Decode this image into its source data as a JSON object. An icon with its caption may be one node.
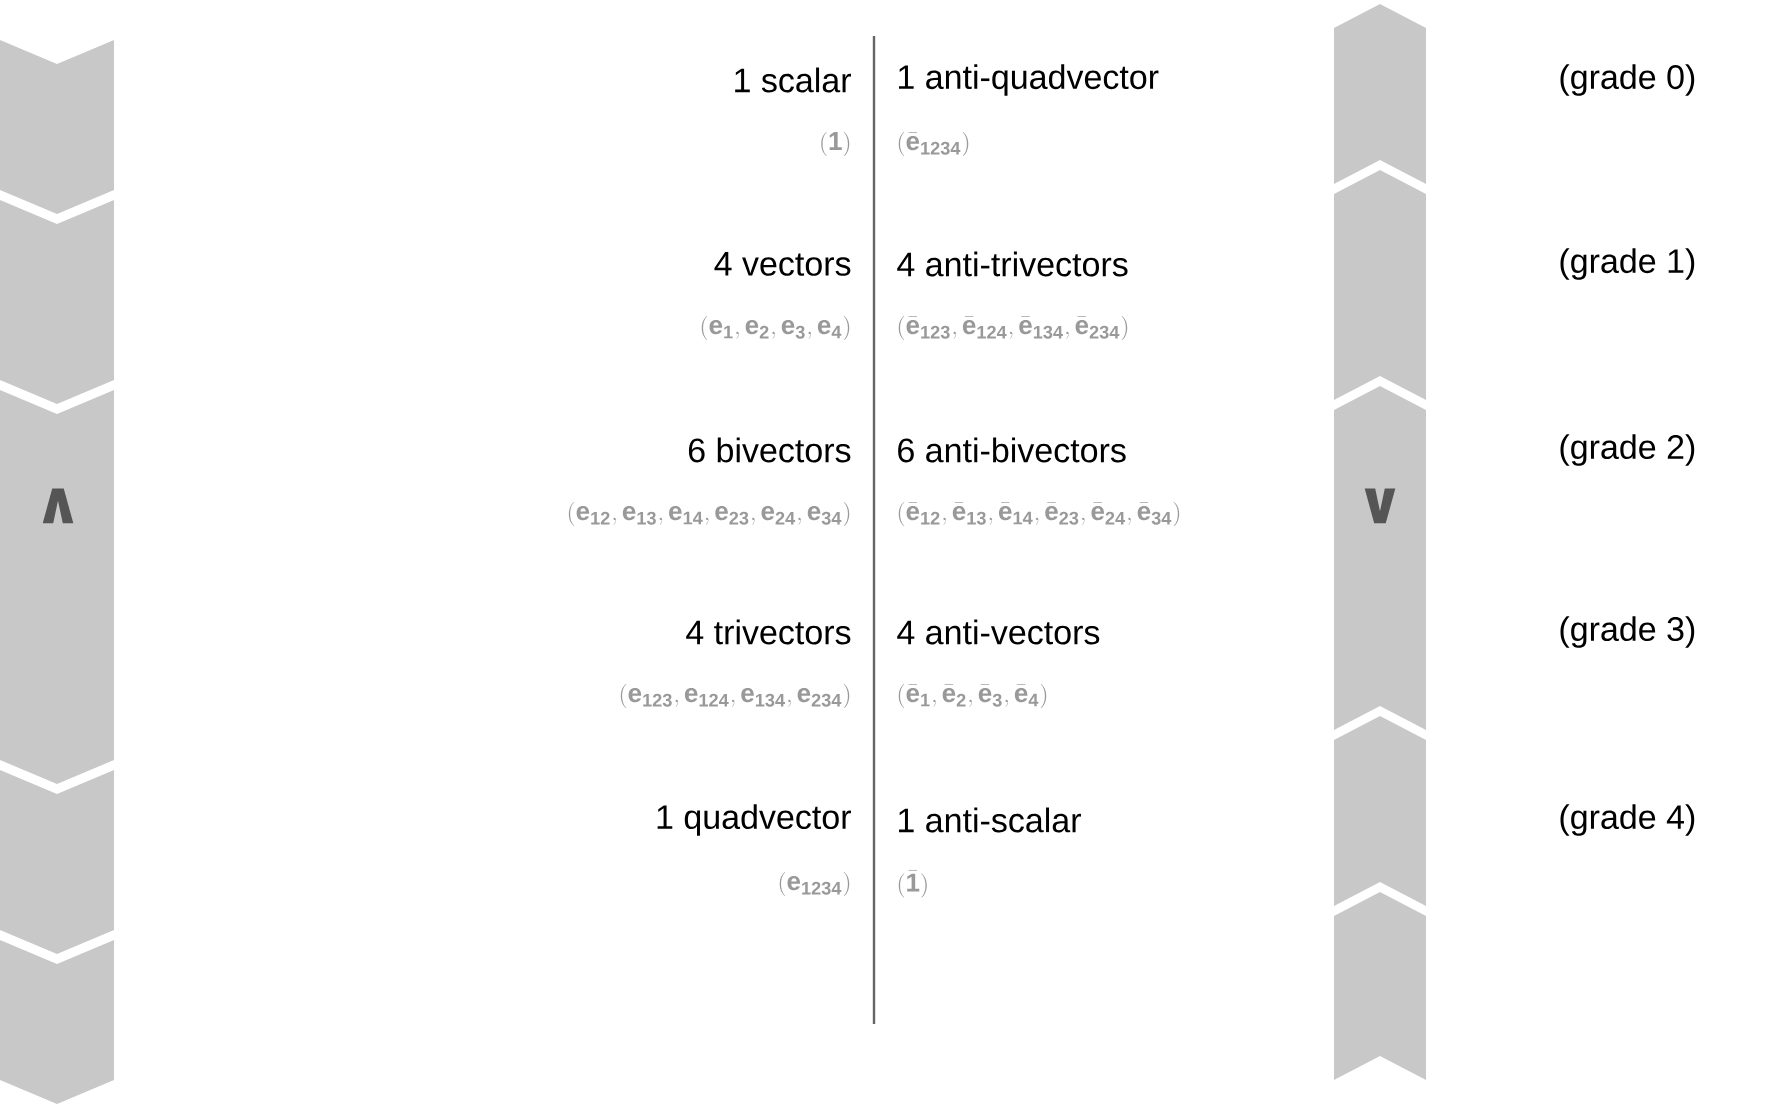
{
  "diagram": {
    "labels": [
      "1 scalar",
      "1 anti-quadvector",
      "(grade 0)",
      "(\\mathbf{1})",
      "(\\bar{\\mathbf{e}}_{\\mathbf{1234}})",
      "4 vectors",
      "4 anti-trivectors",
      "(grade 1)",
      "(\\mathbf{e}_{\\mathbf{1}},\\mathbf{e}_{\\mathbf{2}},\\mathbf{e}_{\\mathbf{3}},\\mathbf{e}_{\\mathbf{4}})",
      "(\\bar{\\mathbf{e}}_{\\mathbf{123}},\\bar{\\mathbf{e}}_{\\mathbf{124}},\\bar{\\mathbf{e}}_{\\mathbf{134}},\\bar{\\mathbf{e}}_{\\mathbf{234}})",
      "6 bivectors",
      "6 anti-bivectors",
      "(grade 2)",
      "∧",
      "(\\mathbf{e}_{\\mathbf{12}},\\mathbf{e}_{\\mathbf{13}},\\mathbf{e}_{\\mathbf{14}},\\mathbf{e}_{\\mathbf{23}},\\mathbf{e}_{\\mathbf{24}},\\mathbf{e}_{\\mathbf{34}})",
      "(\\bar{\\mathbf{e}}_{\\mathbf{12}},\\bar{\\mathbf{e}}_{\\mathbf{13}},\\bar{\\mathbf{e}}_{\\mathbf{14}},\\bar{\\mathbf{e}}_{\\mathbf{23}},\\bar{\\mathbf{e}}_{\\mathbf{24}},\\bar{\\mathbf{e}}_{\\mathbf{34}})",
      "∨",
      "4 trivectors",
      "4 anti-vectors",
      "(grade 3)",
      "(\\mathbf{e}_{\\mathbf{123}},\\mathbf{e}_{\\mathbf{124}},\\mathbf{e}_{\\mathbf{134}},\\mathbf{e}_{\\mathbf{234}})",
      "(\\bar{\\mathbf{e}}_{\\mathbf{1}},\\bar{\\mathbf{e}}_{\\mathbf{2}},\\bar{\\mathbf{e}}_{\\mathbf{3}},\\bar{\\mathbf{e}}_{\\mathbf{4}})",
      "1 quadvector",
      "1 anti-scalar",
      "(grade 4)",
      "(\\mathbf{e}_{\\mathbf{1234}})",
      "(\\bar{\\mathbf{1}})"
    ]
  }
}
